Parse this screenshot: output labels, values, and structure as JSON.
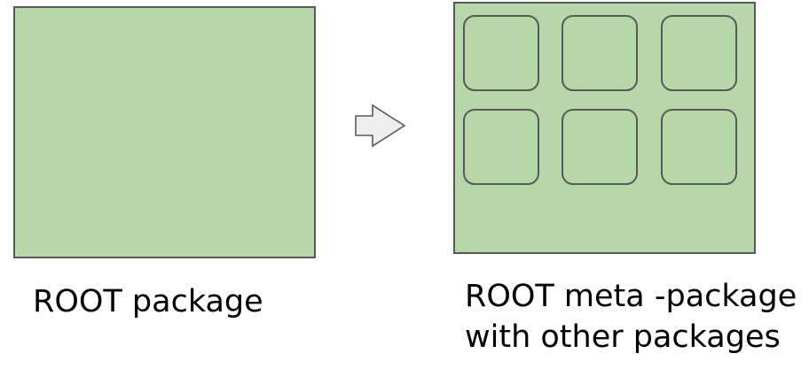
{
  "diagram": {
    "left": {
      "label": "ROOT package",
      "fill_color": "#b6d7a8"
    },
    "connector": {
      "icon": "right-arrow-icon",
      "fill_color": "#eeeeee"
    },
    "right": {
      "label_line1": "ROOT meta -package",
      "label_line2": "with other packages",
      "fill_color": "#b6d7a8",
      "sub_package_count": 6
    },
    "stroke_color": "#595959"
  }
}
